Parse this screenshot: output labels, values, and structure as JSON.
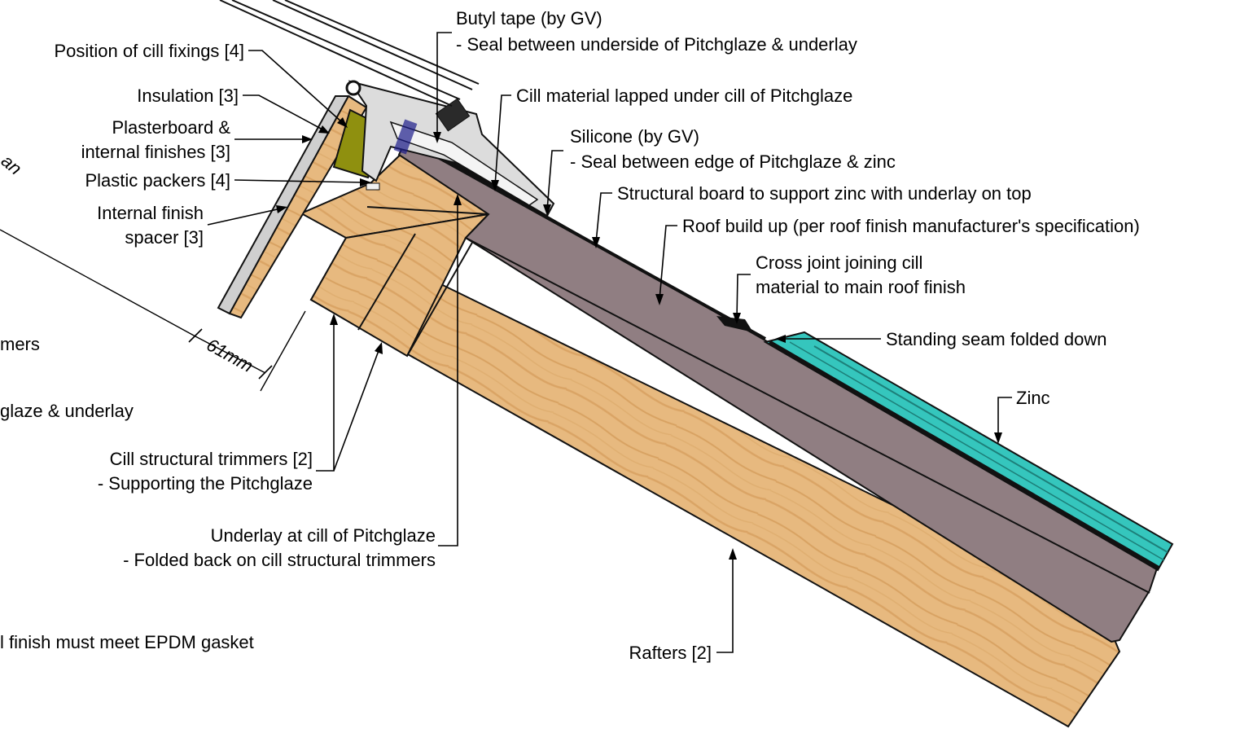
{
  "labels": {
    "butyl_tape": "Butyl tape (by GV)",
    "butyl_tape_desc": "- Seal between underside of Pitchglaze & underlay",
    "cill_material": "Cill material lapped under cill of Pitchglaze",
    "silicone": "Silicone (by GV)",
    "silicone_desc": "- Seal between edge of Pitchglaze & zinc",
    "structural_board": "Structural board to support zinc with underlay on top",
    "roof_build_up": "Roof build up (per roof finish manufacturer's specification)",
    "cross_joint_1": "Cross joint joining cill",
    "cross_joint_2": "material to main roof finish",
    "standing_seam": "Standing seam folded down",
    "zinc": "Zinc",
    "rafters": "Rafters [2]",
    "position_cill_fixings": "Position of cill fixings [4]",
    "insulation": "Insulation [3]",
    "plasterboard_1": "Plasterboard &",
    "plasterboard_2": "internal finishes [3]",
    "plastic_packers": "Plastic packers [4]",
    "internal_finish_1": "Internal finish",
    "internal_finish_2": "spacer [3]",
    "dimension": "61mm",
    "partial_mers": "mers",
    "partial_glaze": "glaze & underlay",
    "partial_an": "an",
    "cill_trimmers": "Cill structural trimmers [2]",
    "cill_trimmers_desc": "- Supporting the Pitchglaze",
    "underlay_cill": "Underlay at cill of Pitchglaze",
    "underlay_cill_desc": "- Folded back on cill structural trimmers",
    "partial_finish": "l finish must meet EPDM gasket"
  },
  "colors": {
    "timber": "#e6b77c",
    "timber_grain": "#d29a55",
    "roof_build_up": "#907e82",
    "zinc": "#35c6bd",
    "insulation": "#8f900f",
    "glazing_frame": "#d9d9d9",
    "plasterboard": "#c8c8c8",
    "outline": "#111111"
  }
}
